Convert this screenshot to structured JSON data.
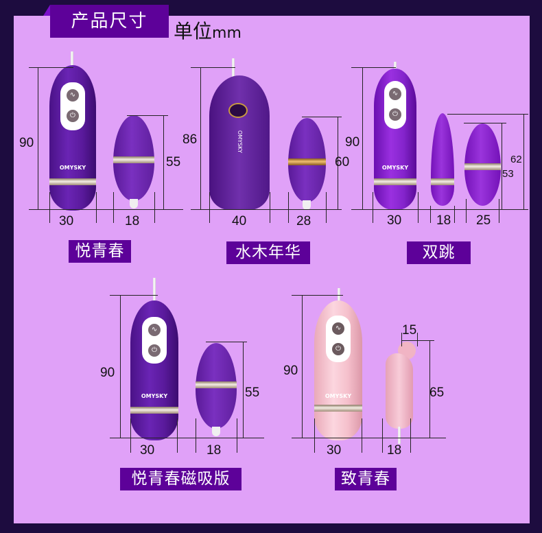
{
  "header": {
    "title": "产品尺寸",
    "unit_label": "单位",
    "unit_value": "mm"
  },
  "brand": "OMYSKY",
  "products": [
    {
      "name": "悦青春",
      "dims": {
        "controller_height": "90",
        "controller_width": "30",
        "egg_height": "55",
        "egg_width": "18"
      }
    },
    {
      "name": "水木年华",
      "dims": {
        "controller_height": "86",
        "controller_width": "40",
        "egg_height": "60",
        "egg_width": "28"
      }
    },
    {
      "name": "双跳",
      "dims": {
        "controller_height": "90",
        "controller_width": "30",
        "bullet_height": "62",
        "bullet_width": "18",
        "egg_height": "53",
        "egg_width": "25"
      }
    },
    {
      "name": "悦青春磁吸版",
      "dims": {
        "controller_height": "90",
        "controller_width": "30",
        "egg_height": "55",
        "egg_width": "18"
      }
    },
    {
      "name": "致青春",
      "dims": {
        "controller_height": "90",
        "controller_width": "30",
        "head_width": "15",
        "toy_height": "65",
        "toy_width": "18"
      }
    }
  ],
  "colors": {
    "frame": "#1d0c3f",
    "panel": "#e0a1f8",
    "accent": "#5d0199"
  }
}
